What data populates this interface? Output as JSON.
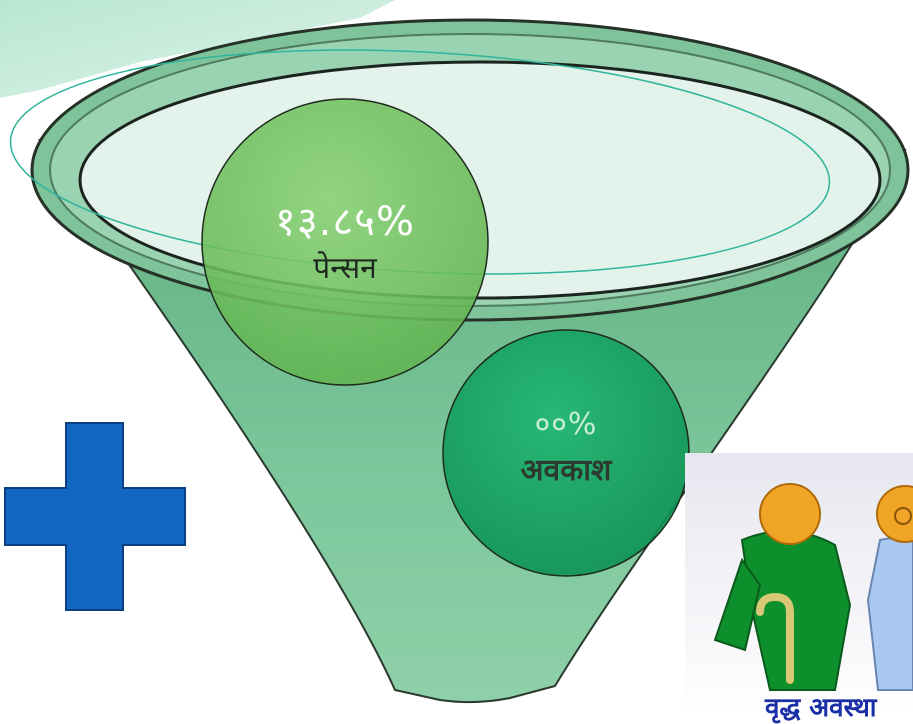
{
  "funnel": {
    "circles": [
      {
        "value": "१३.८५%",
        "label": "पेन्सन"
      },
      {
        "value": "००%",
        "label": "अवकाश"
      }
    ]
  },
  "image": {
    "caption": "वृद्ध अवस्था"
  },
  "colors": {
    "funnel_fill": "#6fbf8f",
    "rim_fill": "#e2f2ea",
    "circle1": "#74c45e",
    "circle2": "#13a462",
    "plus": "#1167c1",
    "corner_band": "#c3ead9"
  },
  "icons": [
    "plus-icon",
    "elderly-couple-icon"
  ]
}
